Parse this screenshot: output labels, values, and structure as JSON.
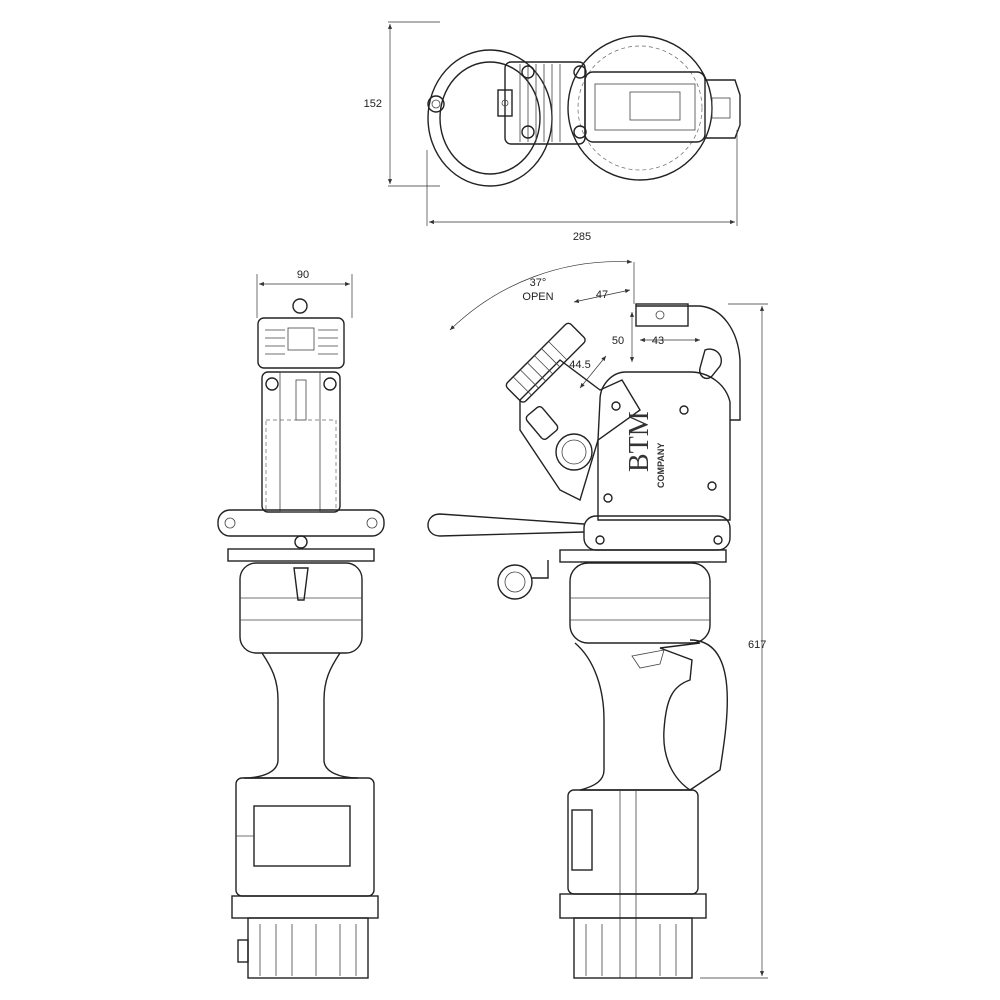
{
  "dimensions": {
    "top_height": "152",
    "top_width": "285",
    "front_width": "90",
    "angle": "37°",
    "angle_note": "OPEN",
    "jaw_opening": "47",
    "jaw_depth": "50",
    "nose_offset": "43",
    "jaw_gap": "44.5",
    "overall_height": "617"
  },
  "logo": {
    "brand": "BTM",
    "sub": "COMPANY"
  }
}
